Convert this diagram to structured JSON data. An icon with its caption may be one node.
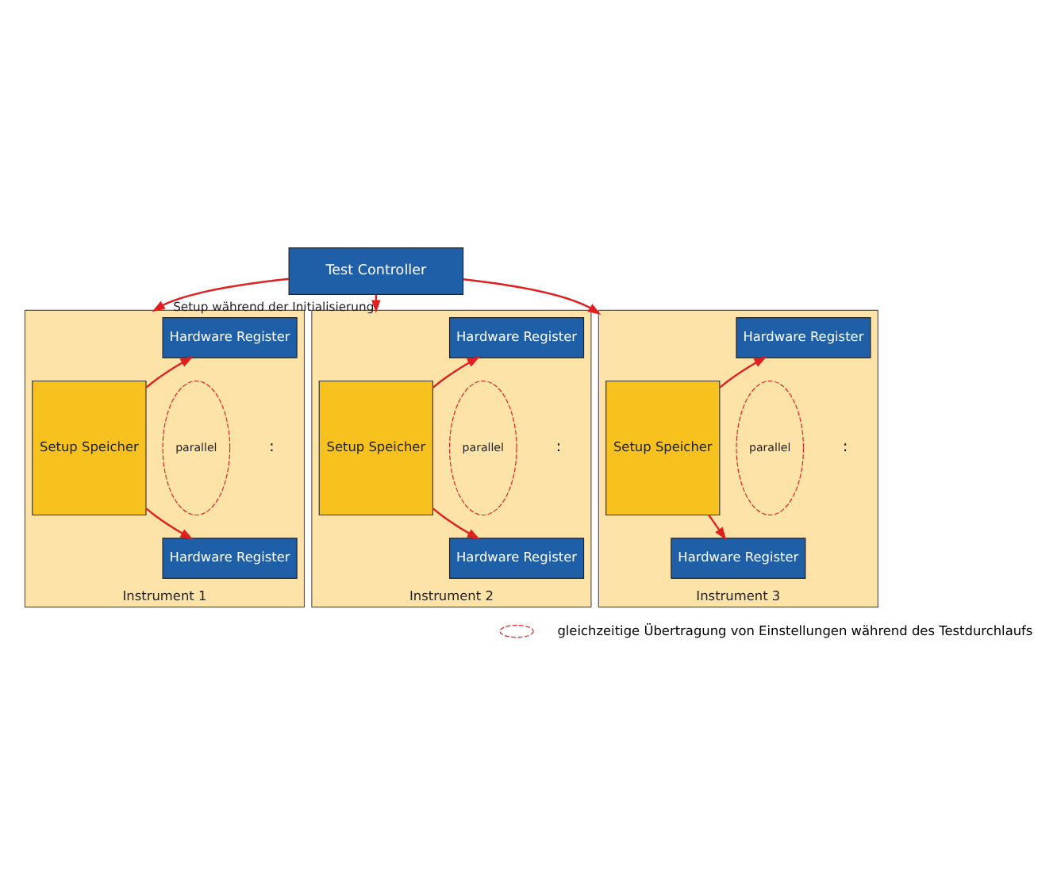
{
  "diagram": {
    "nodes": [
      {
        "text": [
          "Test Controller"
        ]
      },
      {
        "text": [
          "Instrument 1"
        ]
      },
      {
        "text": [
          "Setup Speicher"
        ],
        "in": 1
      },
      {
        "text": [
          "parallel"
        ],
        "in": 1
      },
      {
        "text": [
          "Hardware Register"
        ],
        "in": 1
      },
      {
        "text": [
          "Hardware Register"
        ],
        "in": 1
      },
      {
        "text": [
          "Instrument 2"
        ]
      },
      {
        "text": [
          "Setup Speicher"
        ],
        "in": 6
      },
      {
        "text": [
          "parallel"
        ],
        "in": 6
      },
      {
        "text": [
          "Hardware Register"
        ],
        "in": 6
      },
      {
        "text": [
          "Hardware Register"
        ],
        "in": 6
      },
      {
        "text": [
          "Instrument 3"
        ]
      },
      {
        "text": [
          "Setup Speicher"
        ],
        "in": 11
      },
      {
        "text": [
          "parallel"
        ],
        "in": 11
      },
      {
        "text": [
          "Hardware Register"
        ],
        "in": 11
      },
      {
        "text": [
          "Hardware Register"
        ],
        "in": 11
      }
    ],
    "edges": [
      {
        "from": 0,
        "to": 1,
        "arrow": "to"
      },
      {
        "from": 0,
        "to": 6,
        "arrow": "to",
        "label": "Setup während der Initialisierung"
      },
      {
        "from": 0,
        "to": 11,
        "arrow": "to"
      },
      {
        "from": 2,
        "to": 4,
        "arrow": "to"
      },
      {
        "from": 2,
        "to": 5,
        "arrow": "to"
      },
      {
        "from": 7,
        "to": 9,
        "arrow": "to"
      },
      {
        "from": 7,
        "to": 10,
        "arrow": "to"
      },
      {
        "from": 12,
        "to": 14,
        "arrow": "to"
      },
      {
        "from": 12,
        "to": 15,
        "arrow": "to"
      }
    ],
    "labels": [
      ":",
      ":",
      ":"
    ],
    "legend": [
      {
        "text": "gleichzeitige Übertragung von Einstellungen während des Testdurchlaufs"
      }
    ]
  }
}
